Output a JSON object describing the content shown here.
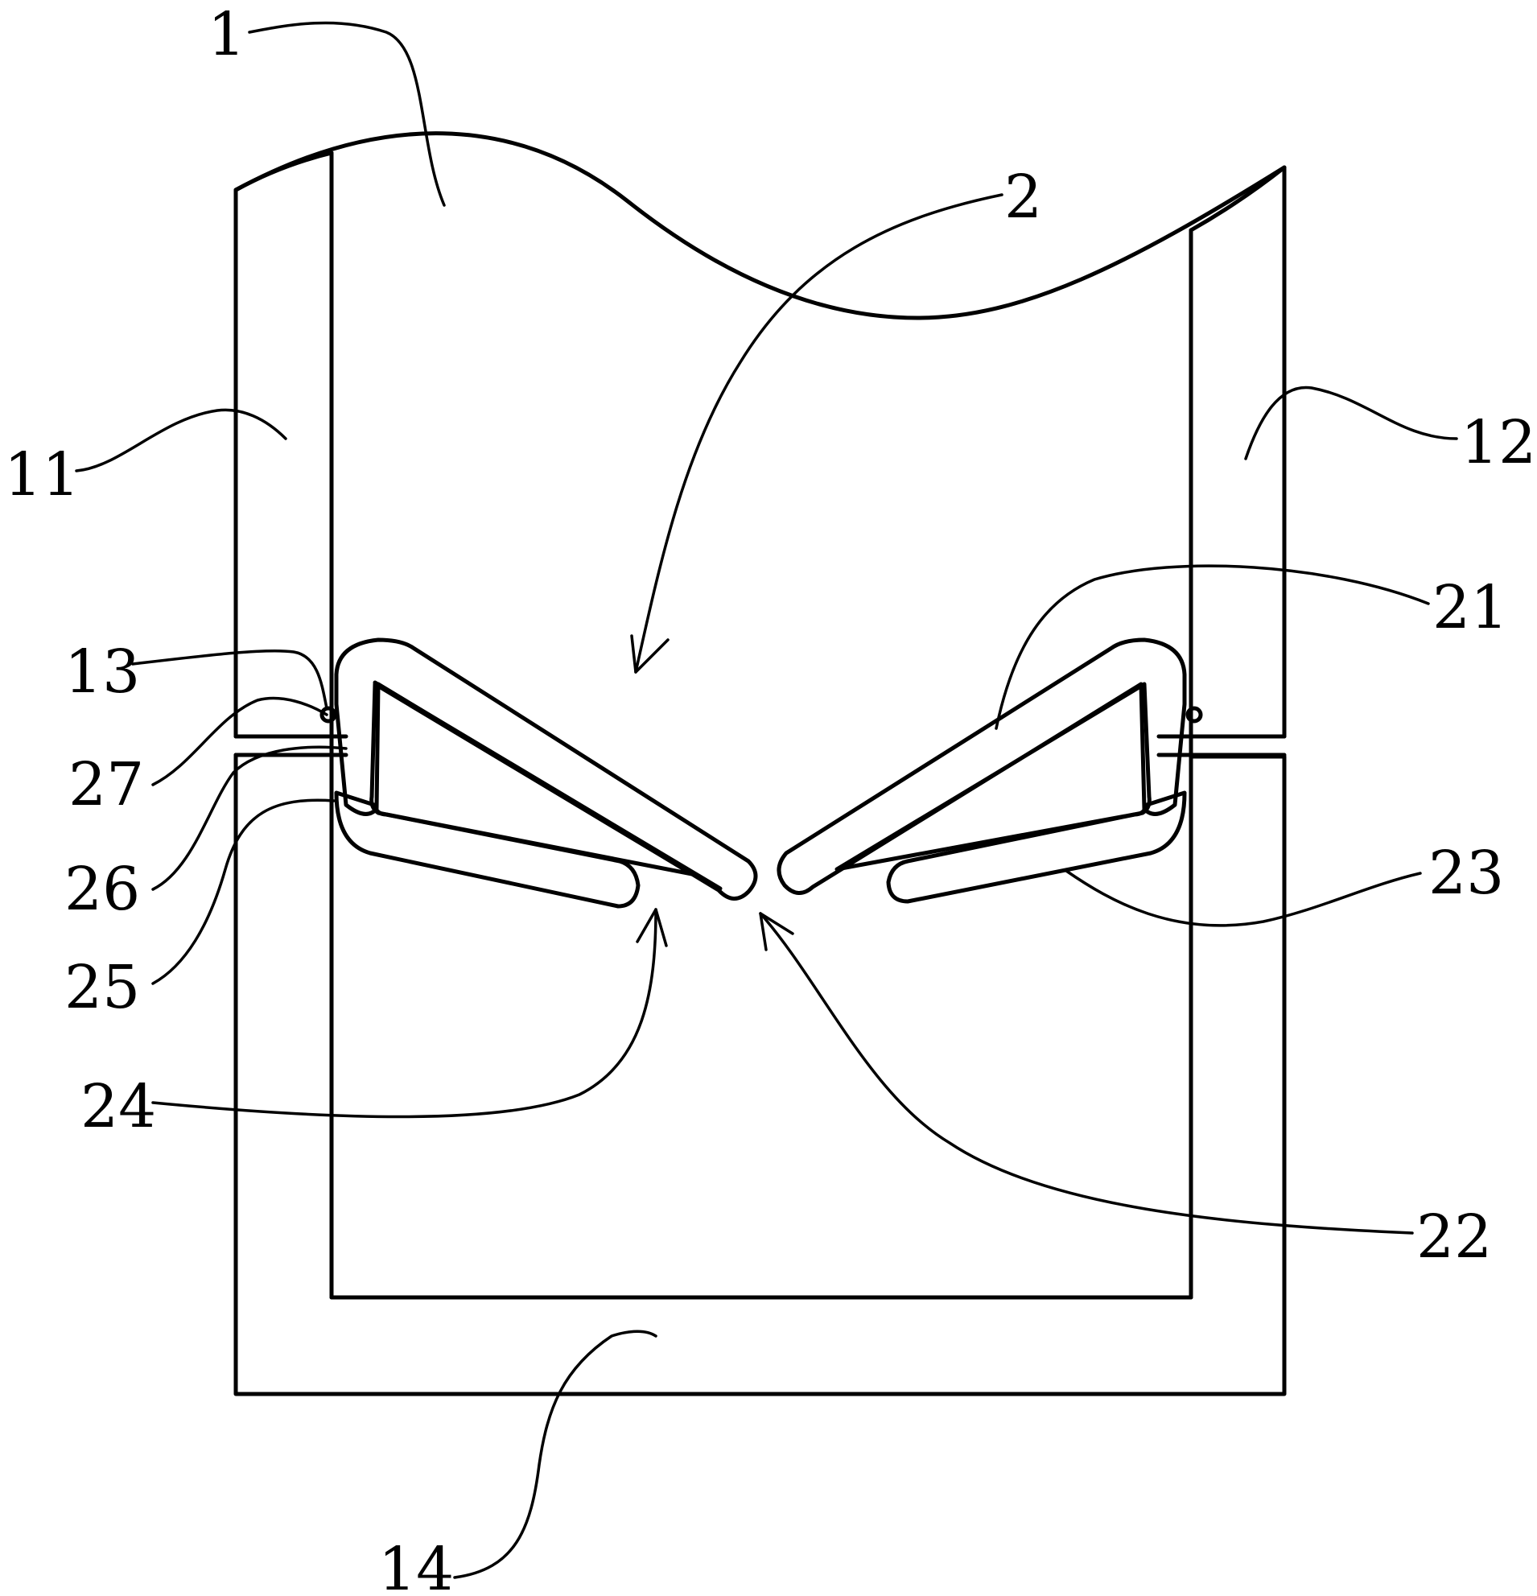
{
  "labels": {
    "l1": "1",
    "l2": "2",
    "l11": "11",
    "l12": "12",
    "l13": "13",
    "l14": "14",
    "l21": "21",
    "l22": "22",
    "l23": "23",
    "l24": "24",
    "l25": "25",
    "l26": "26",
    "l27": "27"
  },
  "colors": {
    "line": "#000000",
    "background": "#ffffff"
  }
}
